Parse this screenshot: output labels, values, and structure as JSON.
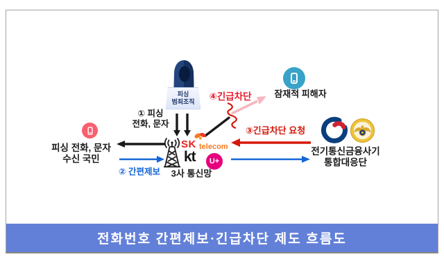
{
  "banner": {
    "title": "전화번호 간편제보·긴급차단 제도 흐름도"
  },
  "nodes": {
    "phishing_org": {
      "line1": "피싱",
      "line2": "범죄조직"
    },
    "victim": {
      "label": "잠재적 피해자"
    },
    "citizen": {
      "line1": "피싱 전화, 문자",
      "line2": "수신 국민"
    },
    "carriers": {
      "sk": "SK",
      "sk_suffix": "telecom",
      "kt": "kt",
      "uplus": "U+",
      "caption": "3사 통신망"
    },
    "response_team": {
      "line1": "전기통신금융사기",
      "line2": "통합대응단"
    }
  },
  "steps": {
    "step1": {
      "line1": "① 피싱",
      "line2": "전화, 문자"
    },
    "step2": {
      "label": "② 간편제보"
    },
    "step3": {
      "label": "③긴급차단 요청"
    },
    "step4": {
      "label": "④긴급차단"
    }
  },
  "icons": {
    "phishing_org": "hooded-figure-icon",
    "citizen": "smartphone-icon",
    "victim": "smartphone-icon",
    "carriers": "radio-tower-icon",
    "response_team_gov": "korea-government-emblem",
    "response_team_police": "police-emblem"
  },
  "colors": {
    "banner_blue": "#6380d8",
    "step_red": "#d6180b",
    "step4_red": "#e8192b",
    "flow_blue": "#1566d6",
    "pink_arrow": "#f6b6c0",
    "victim_icon": "#38a2c8",
    "citizen_icon": "#f8606f",
    "sk_red": "#e8231f",
    "sk_orange": "#f47b20",
    "uplus_magenta": "#e6007e"
  }
}
